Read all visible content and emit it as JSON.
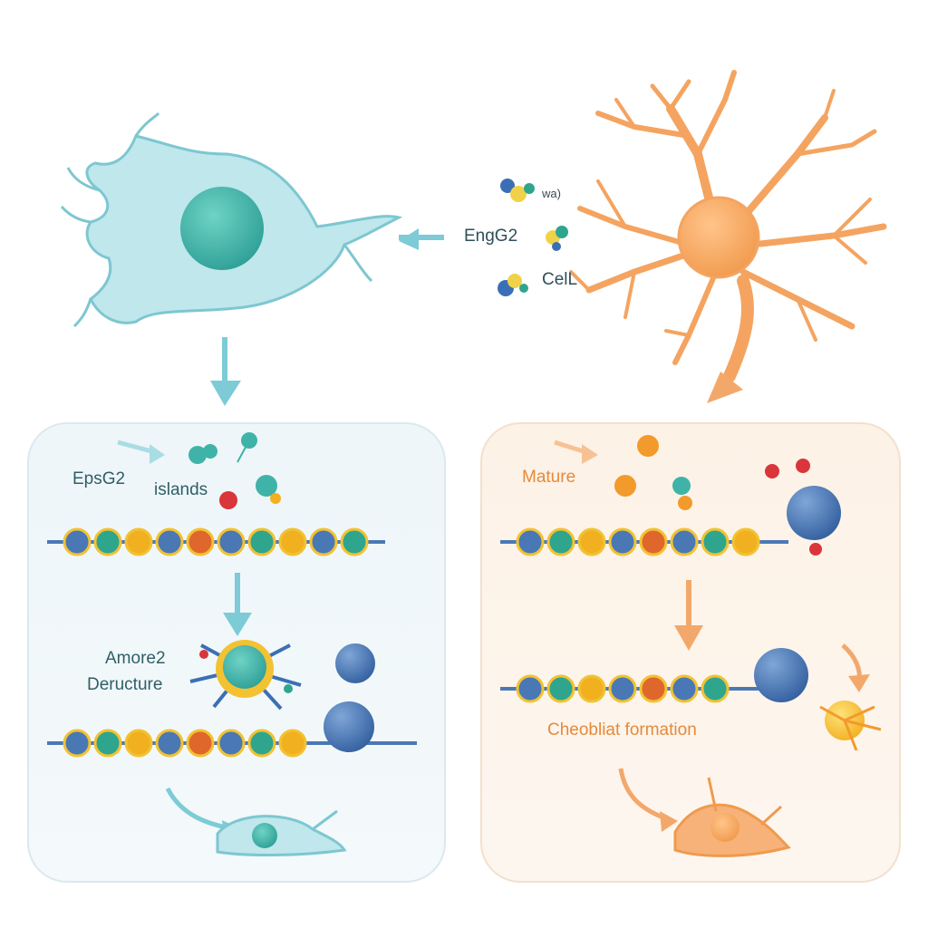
{
  "labels": {
    "top_gene": "EngG2",
    "top_cell": "CelL",
    "top_tiny": "wa)",
    "left_epsg2": "EpsG2",
    "left_islands": "islands",
    "left_amore": "Amore2",
    "left_deructure": "Deructure",
    "right_mature": "Mature",
    "right_cheobliat": "Cheobliat formation"
  },
  "colors": {
    "stem_cell": "#8fd3dc",
    "stem_nucleus": "#3fb3a8",
    "neuron": "#f4a460",
    "neuron_body": "#f6a85a",
    "arrow_teal": "#7ccbd6",
    "arrow_orange": "#f3a86b",
    "bead_blue": "#4a78b5",
    "label_orange": "#e58a3a"
  }
}
